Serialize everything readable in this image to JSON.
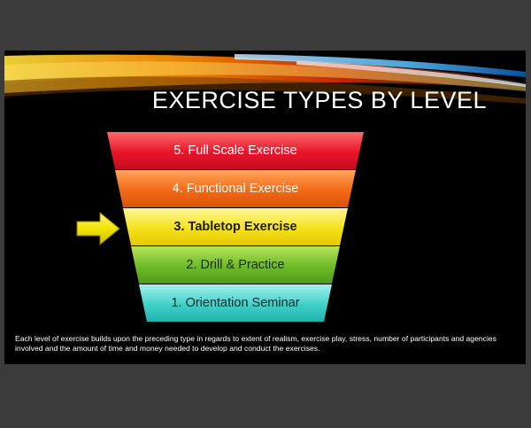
{
  "slide": {
    "title": "EXERCISE TYPES BY LEVEL",
    "levels": [
      {
        "label": "5. Full Scale Exercise"
      },
      {
        "label": "4. Functional Exercise"
      },
      {
        "label": "3. Tabletop Exercise"
      },
      {
        "label": "2. Drill & Practice"
      },
      {
        "label": "1. Orientation Seminar"
      }
    ],
    "highlighted_level": "3. Tabletop Exercise",
    "footnote": "Each level of exercise builds upon the preceding type in regards to extent of realism, exercise play, stress, number of participants and agencies involved and the amount of time and money needed to develop and conduct the exercises.",
    "colors": {
      "level5": "#e8142a",
      "level4": "#f26a17",
      "level3": "#f4e21a",
      "level2": "#6dbb26",
      "level1": "#3fd0c8",
      "arrow": "#f2e400"
    }
  }
}
